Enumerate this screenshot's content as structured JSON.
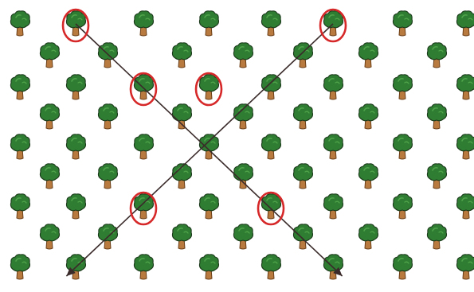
{
  "diagram": {
    "name": "tree-grid-diagonals",
    "background": "#ffffff",
    "colors": {
      "foliage": "#2f7d32",
      "foliage_highlight": "#4fa34a",
      "outline": "#1b3a1b",
      "trunk": "#b87a3f",
      "trunk_outline": "#6b3f18",
      "circle": "#d62828",
      "line": "#3a2a2a"
    },
    "tree_icon": "tree-icon",
    "circle_icon": "highlight-circle",
    "arrow_icon": "arrowhead-icon",
    "grid": {
      "rows": 9,
      "cols_even_row": 8,
      "cols_odd_row": 7,
      "note_units": "cells"
    },
    "diagonals": [
      {
        "name": "diagonal-line-down-right",
        "from_cell": [
          0,
          1
        ],
        "to_cell": [
          8,
          5
        ],
        "arrow_at_end": true
      },
      {
        "name": "diagonal-line-down-left",
        "from_cell": [
          0,
          5
        ],
        "to_cell": [
          8,
          1
        ],
        "arrow_at_end": true
      }
    ],
    "circled_cells": [
      [
        0,
        1
      ],
      [
        0,
        5
      ],
      [
        2,
        2
      ],
      [
        2,
        3
      ],
      [
        6,
        2
      ],
      [
        6,
        4
      ]
    ]
  }
}
